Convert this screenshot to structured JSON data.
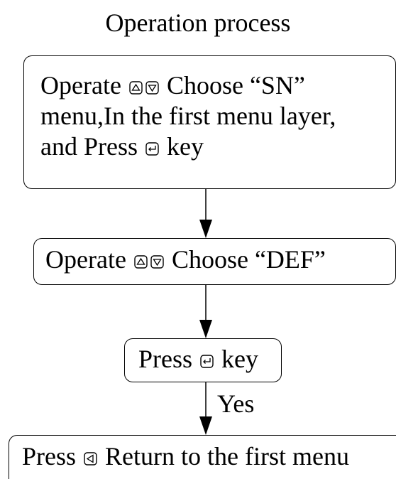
{
  "title": "Operation process",
  "steps": [
    {
      "lines": [
        {
          "before": "Operate ",
          "keys": [
            "up-key-icon",
            "down-key-icon"
          ],
          "after": " Choose “SN”"
        },
        {
          "before": "menu,In the first menu layer,",
          "keys": [],
          "after": ""
        },
        {
          "before": "and Press ",
          "keys": [
            "enter-key-icon"
          ],
          "after": " key"
        }
      ]
    },
    {
      "lines": [
        {
          "before": "Operate ",
          "keys": [
            "up-key-icon",
            "down-key-icon"
          ],
          "after": " Choose “DEF”"
        }
      ]
    },
    {
      "lines": [
        {
          "before": "Press ",
          "keys": [
            "enter-key-icon"
          ],
          "after": " key"
        }
      ]
    },
    {
      "lines": [
        {
          "before": "Press ",
          "keys": [
            "left-key-icon"
          ],
          "after": " Return to the first menu"
        }
      ]
    }
  ],
  "edge_label": "Yes"
}
